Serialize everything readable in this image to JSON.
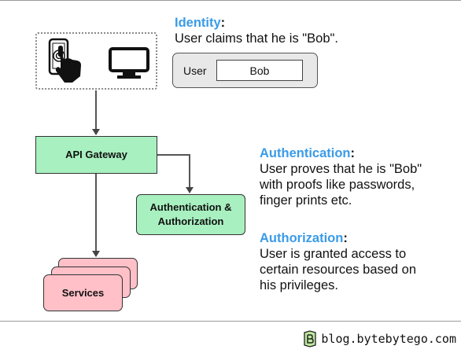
{
  "identity": {
    "term": "Identity",
    "colon": ":",
    "description": "User claims that he is \"Bob\".",
    "form": {
      "label": "User",
      "value": "Bob"
    }
  },
  "authentication": {
    "term": "Authentication",
    "colon": ":",
    "lines": [
      "User proves that he is \"Bob\"",
      "with proofs like passwords,",
      "finger prints etc."
    ]
  },
  "authorization": {
    "term": "Authorization",
    "colon": ":",
    "lines": [
      "User is granted access to",
      "certain resources based on",
      "his privileges."
    ]
  },
  "nodes": {
    "gateway": "API Gateway",
    "auth_line1": "Authentication &",
    "auth_line2": "Authorization",
    "services": "Services"
  },
  "icons": {
    "client_phone": "touch-phone-icon",
    "client_monitor": "monitor-icon",
    "logo": "bytebytego-logo-icon"
  },
  "colors": {
    "accent": "#3a9be8",
    "green_node": "#a8f0c0",
    "pink_node": "#ffc0c8"
  },
  "footer": {
    "site": "blog.bytebytego.com"
  }
}
